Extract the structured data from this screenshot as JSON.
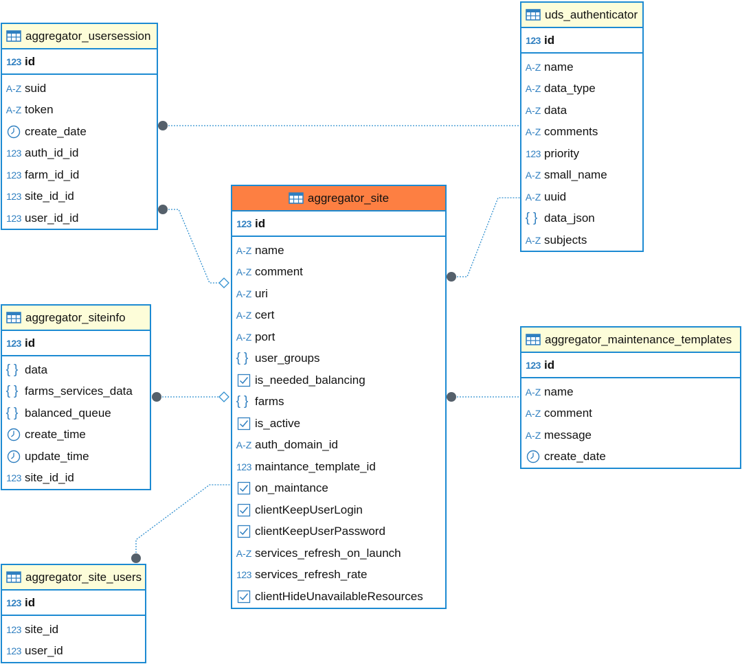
{
  "colors": {
    "border": "#1c8ad2",
    "header": "#fdfdd9",
    "main_header": "#fd7f42",
    "link": "#2f8fcf",
    "dot": "#55606b"
  },
  "tables": [
    {
      "key": "usersession",
      "name": "aggregator_usersession",
      "pk": {
        "name": "id",
        "type": "number"
      },
      "columns": [
        {
          "name": "suid",
          "type": "text"
        },
        {
          "name": "token",
          "type": "text"
        },
        {
          "name": "create_date",
          "type": "date"
        },
        {
          "name": "auth_id_id",
          "type": "number"
        },
        {
          "name": "farm_id_id",
          "type": "number"
        },
        {
          "name": "site_id_id",
          "type": "number"
        },
        {
          "name": "user_id_id",
          "type": "number"
        }
      ]
    },
    {
      "key": "authenticator",
      "name": "uds_authenticator",
      "pk": {
        "name": "id",
        "type": "number"
      },
      "columns": [
        {
          "name": "name",
          "type": "text"
        },
        {
          "name": "data_type",
          "type": "text"
        },
        {
          "name": "data",
          "type": "text"
        },
        {
          "name": "comments",
          "type": "text"
        },
        {
          "name": "priority",
          "type": "number"
        },
        {
          "name": "small_name",
          "type": "text"
        },
        {
          "name": "uuid",
          "type": "text"
        },
        {
          "name": "data_json",
          "type": "json"
        },
        {
          "name": "subjects",
          "type": "text"
        }
      ]
    },
    {
      "key": "site",
      "name": "aggregator_site",
      "pk": {
        "name": "id",
        "type": "number"
      },
      "columns": [
        {
          "name": "name",
          "type": "text"
        },
        {
          "name": "comment",
          "type": "text"
        },
        {
          "name": "uri",
          "type": "text"
        },
        {
          "name": "cert",
          "type": "text"
        },
        {
          "name": "port",
          "type": "text"
        },
        {
          "name": "user_groups",
          "type": "json"
        },
        {
          "name": "is_needed_balancing",
          "type": "bool"
        },
        {
          "name": "farms",
          "type": "json"
        },
        {
          "name": "is_active",
          "type": "bool"
        },
        {
          "name": "auth_domain_id",
          "type": "text"
        },
        {
          "name": "maintance_template_id",
          "type": "number"
        },
        {
          "name": "on_maintance",
          "type": "bool"
        },
        {
          "name": "clientKeepUserLogin",
          "type": "bool"
        },
        {
          "name": "clientKeepUserPassword",
          "type": "bool"
        },
        {
          "name": "services_refresh_on_launch",
          "type": "text"
        },
        {
          "name": "services_refresh_rate",
          "type": "number"
        },
        {
          "name": "clientHideUnavailableResources",
          "type": "bool"
        }
      ]
    },
    {
      "key": "siteinfo",
      "name": "aggregator_siteinfo",
      "pk": {
        "name": "id",
        "type": "number"
      },
      "columns": [
        {
          "name": "data",
          "type": "json"
        },
        {
          "name": "farms_services_data",
          "type": "json"
        },
        {
          "name": "balanced_queue",
          "type": "json"
        },
        {
          "name": "create_time",
          "type": "date"
        },
        {
          "name": "update_time",
          "type": "date"
        },
        {
          "name": "site_id_id",
          "type": "number"
        }
      ]
    },
    {
      "key": "maintenance",
      "name": "aggregator_maintenance_templates",
      "pk": {
        "name": "id",
        "type": "number"
      },
      "columns": [
        {
          "name": "name",
          "type": "text"
        },
        {
          "name": "comment",
          "type": "text"
        },
        {
          "name": "message",
          "type": "text"
        },
        {
          "name": "create_date",
          "type": "date"
        }
      ]
    },
    {
      "key": "siteusers",
      "name": "aggregator_site_users",
      "pk": {
        "name": "id",
        "type": "number"
      },
      "columns": [
        {
          "name": "site_id",
          "type": "number"
        },
        {
          "name": "user_id",
          "type": "number"
        }
      ]
    }
  ],
  "relations": [
    {
      "from": "usersession",
      "to": "authenticator",
      "from_end": "dot",
      "to_end": "none"
    },
    {
      "from": "usersession",
      "to": "site",
      "from_end": "dot",
      "to_end": "diamond"
    },
    {
      "from": "site",
      "to": "authenticator",
      "from_end": "dot",
      "to_end": "none"
    },
    {
      "from": "siteinfo",
      "to": "site",
      "from_end": "dot",
      "to_end": "diamond"
    },
    {
      "from": "site",
      "to": "maintenance",
      "from_end": "dot",
      "to_end": "none"
    },
    {
      "from": "siteusers",
      "to": "site",
      "from_end": "dot",
      "to_end": "none"
    }
  ]
}
